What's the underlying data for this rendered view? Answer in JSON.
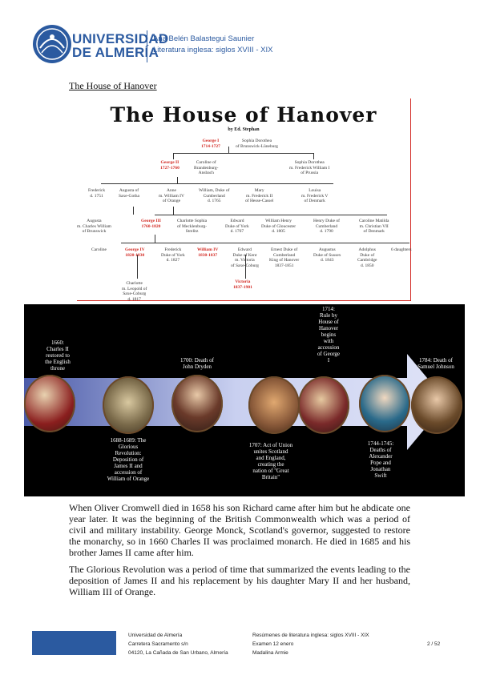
{
  "header": {
    "university_line1": "UNIVERSIDAD",
    "university_line2": "DE ALMERÍA",
    "author": "Ana Belén Balastegui Saunier",
    "course": "Literatura inglesa: siglos XVIII - XIX"
  },
  "section_title": "The House of Hanover",
  "family_tree": {
    "title": "The House of Hanover",
    "credit": "by Ed. Stephan",
    "nodes": {
      "george1": "George I\n1714-1727",
      "sophia": "Sophia Dorothea\nof Brunswick-Lüneburg",
      "george2": "George II\n1727-1760",
      "caroline": "Caroline of\nBrandenburg-\nAnsbach",
      "sophia2": "Sophia Dorothea\nm. Frederick William I\nof Prussia",
      "frederick": "Frederick\nd. 1751",
      "augusta": "Augusta of\nSaxe-Gotha",
      "anne": "Anne\nm. William IV\nof Orange",
      "william_duke": "William, Duke of\nCumberland\nd. 1765",
      "mary": "Mary\nm. Frederick II\nof Hesse-Cassel",
      "louisa": "Louisa\nm. Frederick V\nof Denmark",
      "augusta2": "Augusta\nm. Charles William\nof Brunswick",
      "george3": "George III\n1760-1820",
      "charlotte": "Charlotte Sophia\nof Mecklenburg-\nStrelitz",
      "edward": "Edward\nDuke of York\nd. 1767",
      "william_henry": "William Henry\nDuke of Gloucester\nd. 1805",
      "henry": "Henry Duke of\nCumberland\nd. 1790",
      "caroline_m": "Caroline Matilda\nm. Christian VII\nof Denmark",
      "caroline2": "Caroline",
      "george4": "George IV\n1820-1830",
      "frederick2": "Frederick\nDuke of York\nd. 1827",
      "william4": "William IV\n1830-1837",
      "edward2": "Edward\nDuke of Kent\nm. Victoria\nof Saxe-Coburg",
      "ernest": "Ernest Duke of\nCumberland\nKing of Hanover\n1837-1851",
      "augustus": "Augustus\nDuke of Sussex\nd. 1843",
      "adolphus": "Adolphus\nDuke of\nCambridge\nd. 1850",
      "daughters": "6 daughters",
      "charlotte2": "Charlotte\nm. Leopold of\nSaxe-Coburg\nd. 1817",
      "victoria": "Victoria\n1837-1901"
    }
  },
  "timeline": {
    "events": [
      "1660:\nCharles II\nrestored to\nthe English\nthrone",
      "1688-1689: The\nGlorious\nRevolution:\nDeposition of\nJames II and\naccession of\nWilliam of Orange",
      "1700: Death of\nJohn Dryden",
      "1707: Act of Union\nunites Scotland\nand England,\ncreating the\nnation of \"Great\nBritain\"",
      "1714:\nRule by\nHouse of\nHanover\nbegins\nwith\naccession\nof George\nI",
      "1744-1745:\nDeaths of\nAlexander\nPope and\nJonathan\nSwift",
      "1784: Death of\nSamuel Johnson"
    ],
    "colors": {
      "background": "#000000",
      "arrow": "#b9c2e6"
    }
  },
  "paragraphs": [
    "When Oliver Cromwell died in 1658 his son Richard came after him but he abdicate one year later. It was the beginning of the British Commonwealth which was a period of civil and military instability. George Monck, Scotland's governor, suggested to restore the monarchy, so in 1660 Charles II was proclaimed monarch. He died in 1685 and his brother James II came after him.",
    "The Glorious Revolution was a period of time that summarized the events leading to the deposition of James II and his replacement by his daughter Mary II and her husband, William III of Orange."
  ],
  "footer": {
    "col1": [
      "Universidad de Almería",
      "Carretera Sacramento s/n",
      "04120, La Cañada de San Urbano, Almería"
    ],
    "col2": [
      "Resúmenes de literatura inglesa: siglos XVIII - XIX",
      "Examen 12 enero",
      "Madalina Armie"
    ],
    "page": "2 / 52"
  },
  "colors": {
    "brand_blue": "#2b5aa0",
    "accent_red": "#d2261f"
  }
}
